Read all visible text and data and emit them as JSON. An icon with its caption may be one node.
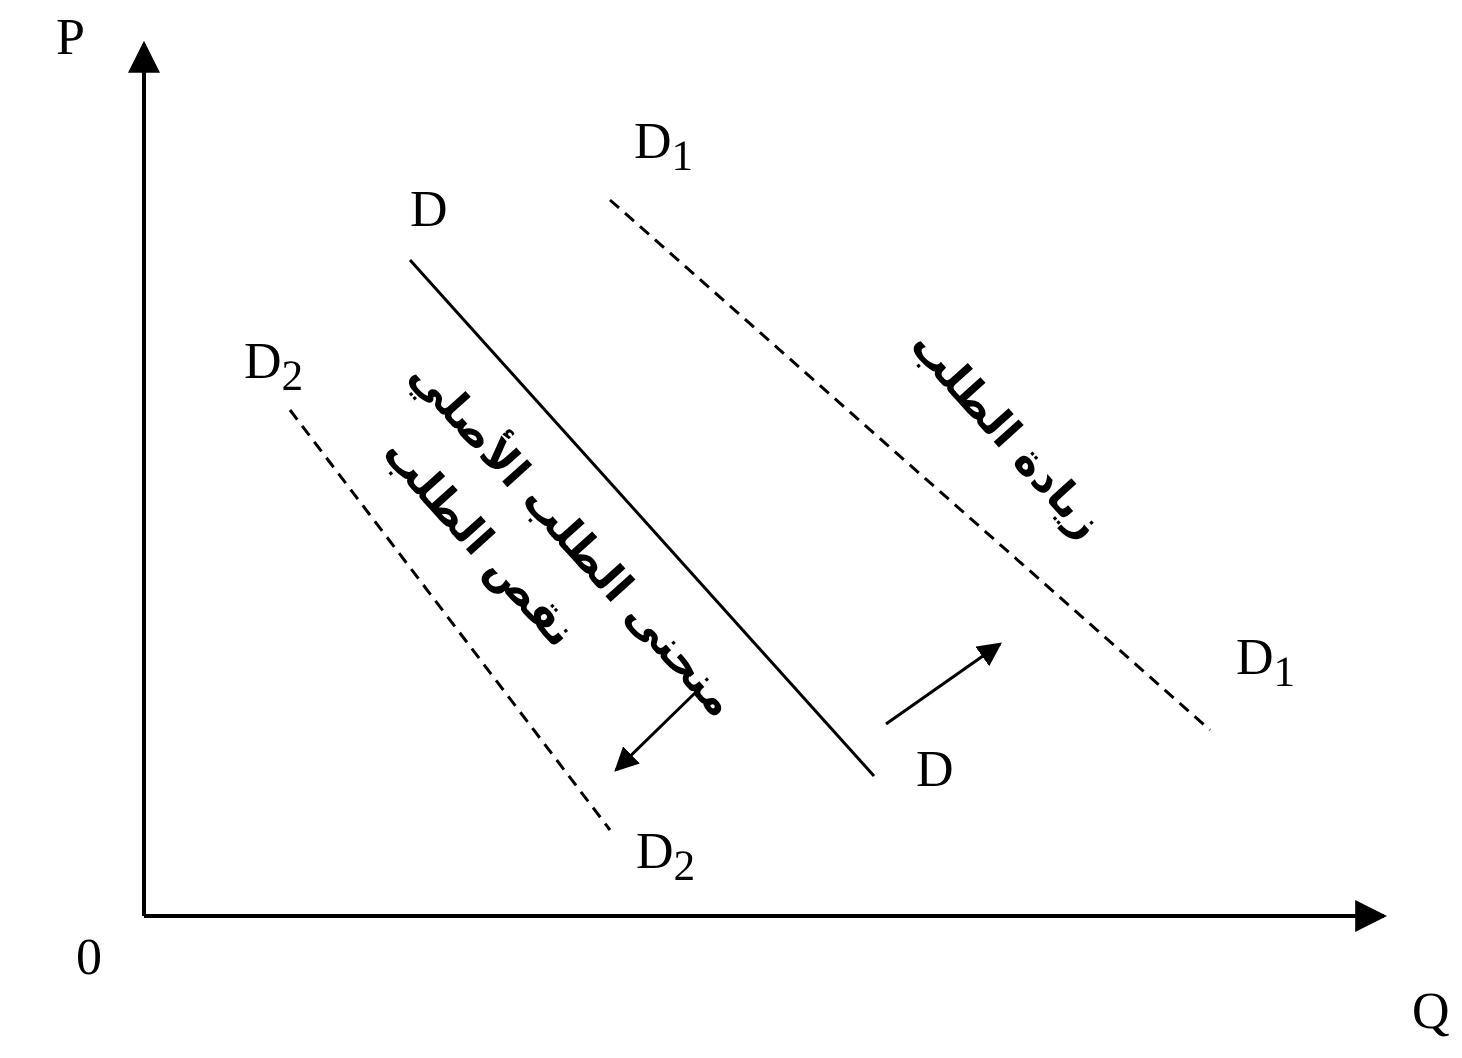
{
  "diagram": {
    "labels": [
      "P",
      "D$_{1}$",
      "D",
      "D$_{2}$",
      "زيادة الطلب",
      "منحنى الطلب الأصلي",
      "نقص الطلب",
      "D$_{1}$",
      "D",
      "D$_{2}$",
      "0",
      "Q"
    ]
  }
}
